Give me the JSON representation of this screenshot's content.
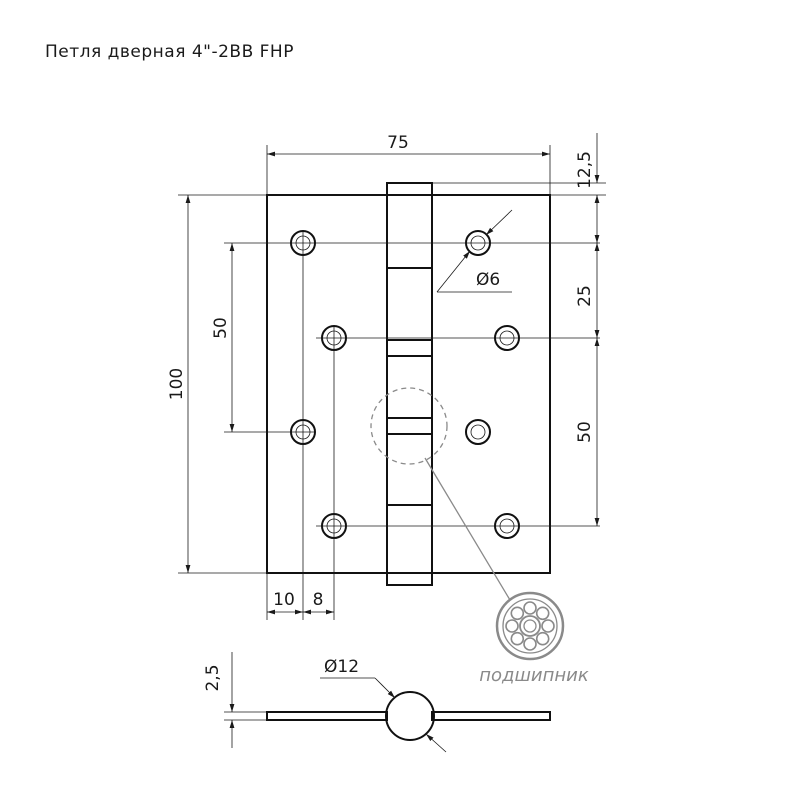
{
  "title": "Петля  дверная 4\"-2BB FHP",
  "dimensions": {
    "width": "75",
    "top_offset": "12,5",
    "height": "100",
    "hole_spacing_left": "50",
    "hole_spacing_right_top": "25",
    "hole_spacing_right_bottom": "50",
    "hole_diameter": "Ø6",
    "edge_offset": "10",
    "hole_offset": "8",
    "knuckle_diameter": "Ø12",
    "thickness": "2,5"
  },
  "callout": {
    "label": "подшипник"
  },
  "colors": {
    "line": "#1a1a1a",
    "callout_gray": "#8a8a8a"
  }
}
